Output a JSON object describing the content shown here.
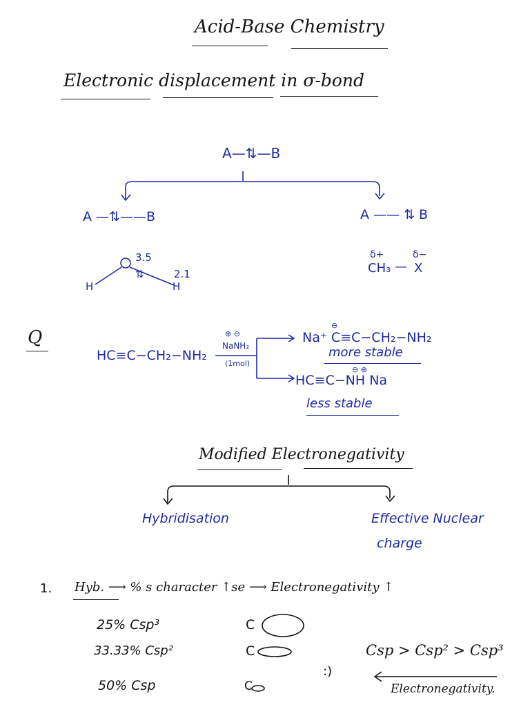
{
  "title": "Acid-Base Chemistry",
  "heading": "Electronic displacement in σ-bond",
  "bond_top": "A—⇅—B",
  "bond_left": "A —⇅——B",
  "bond_right": "A —— ⇅ B",
  "water": {
    "o": "O",
    "en_o": "3.5",
    "en_h": "2.1",
    "h_left": "H",
    "h_right": "H",
    "pair": "⇅"
  },
  "dipole": {
    "delta_plus": "δ+",
    "delta_minus": "δ−",
    "left": "CH₃",
    "right": "X"
  },
  "question_mark": "Q",
  "reactant": "HC≡C−CH₂−NH₂",
  "reagent_top": "NaNH₂",
  "reagent_bottom": "(1mol)",
  "reagent_charges": "⊕ ⊖",
  "product1": "Na⁺ C≡C−CH₂−NH₂",
  "product1_charge": "⊖",
  "product1_note": "more stable",
  "product2": "HC≡C−NH Na",
  "product2_charges": "⊖ ⊕",
  "product2_note": "less stable",
  "section2": "Modified Electronegativity",
  "branch_left": "Hybridisation",
  "branch_right_1": "Effective Nuclear",
  "branch_right_2": "charge",
  "point_number": "1.",
  "point_text": "Hyb. ⟶ % s character ↑se ⟶ Electronegativity ↑",
  "rows": [
    {
      "label": "25% Csp³",
      "shape": "C"
    },
    {
      "label": "33.33% Csp²",
      "shape": "C"
    },
    {
      "label": "50% Csp",
      "shape": "C"
    }
  ],
  "order": "Csp > Csp² > Csp³",
  "order_arrow_label": "Electronegativity.",
  "implies": ":)"
}
